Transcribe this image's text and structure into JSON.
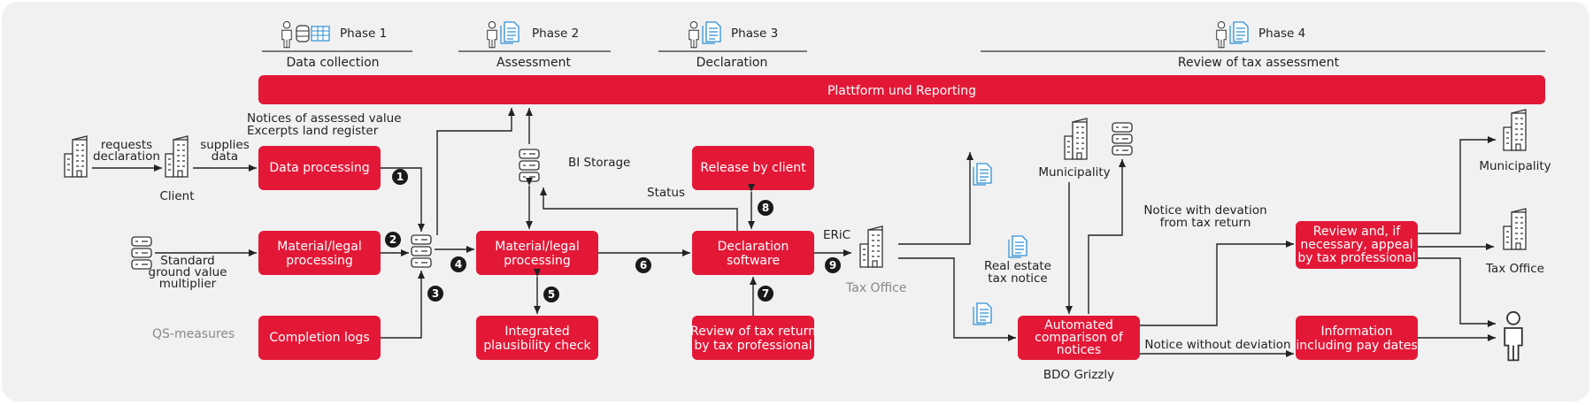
{
  "phases": [
    {
      "title": "Phase 1",
      "subtitle": "Data collection"
    },
    {
      "title": "Phase 2",
      "subtitle": "Assessment"
    },
    {
      "title": "Phase 3",
      "subtitle": "Declaration"
    },
    {
      "title": "Phase 4",
      "subtitle": "Review of tax assessment"
    }
  ],
  "platform": "Plattform und Reporting",
  "boxes": {
    "data_processing": [
      "Data processing"
    ],
    "material_legal_1": [
      "Material/legal",
      "processing"
    ],
    "completion_logs": [
      "Completion logs"
    ],
    "material_legal_2": [
      "Material/legal",
      "processing"
    ],
    "plausibility": [
      "Integrated",
      "plausibility check"
    ],
    "release": [
      "Release by client"
    ],
    "declaration": [
      "Declaration",
      "software"
    ],
    "review_return": [
      "Review of tax return",
      "by tax professional"
    ],
    "automated": [
      "Automated",
      "comparison of",
      "notices"
    ],
    "review_appeal": [
      "Review and, if",
      "necessary, appeal",
      "by tax professional"
    ],
    "information": [
      "Information",
      "including pay dates"
    ]
  },
  "labels": {
    "requests": [
      "requests",
      "declaration"
    ],
    "supplies": [
      "supplies",
      "data"
    ],
    "client": "Client",
    "notices": [
      "Notices of assessed value",
      "Excerpts land register"
    ],
    "standard": [
      "Standard",
      "ground value",
      "multiplier"
    ],
    "qs": "QS-measures",
    "bi": "BI Storage",
    "status": "Status",
    "eric": "ERiC",
    "tax_office_grey": "Tax Office",
    "municipality_mid": "Municipality",
    "real_estate": [
      "Real estate",
      "tax notice"
    ],
    "notice_dev": [
      "Notice with devation",
      "from tax return"
    ],
    "notice_nodev": "Notice without deviation",
    "bdo": "BDO Grizzly",
    "municipality_right": "Municipality",
    "tax_office_right": "Tax Office"
  },
  "badges": [
    "1",
    "2",
    "3",
    "4",
    "5",
    "6",
    "7",
    "8",
    "9"
  ],
  "colors": {
    "accent": "#e31837",
    "background": "#f1f1f1",
    "icon_blue": "#2d8fd5"
  }
}
